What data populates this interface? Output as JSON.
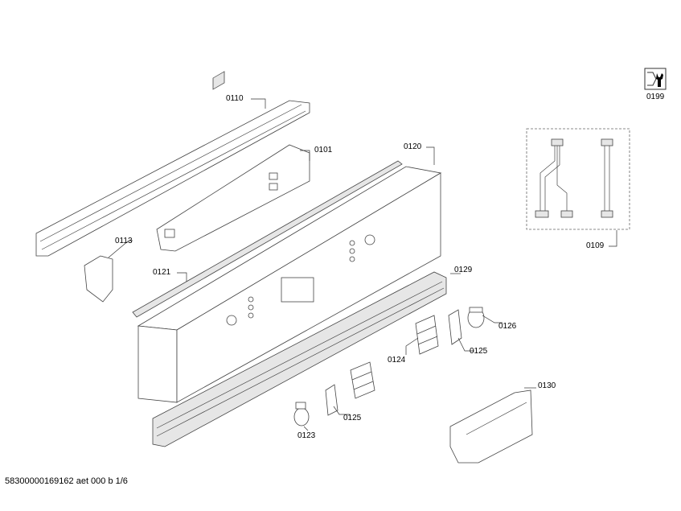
{
  "diagram": {
    "parts": [
      {
        "id": "0110",
        "name": "mounting-rail"
      },
      {
        "id": "0101",
        "name": "control-module"
      },
      {
        "id": "0120",
        "name": "control-panel-fascia"
      },
      {
        "id": "0113",
        "name": "bracket"
      },
      {
        "id": "0121",
        "name": "seal-strip"
      },
      {
        "id": "0129",
        "name": "handle-strip"
      },
      {
        "id": "0126",
        "name": "knob"
      },
      {
        "id": "0125",
        "name": "button-clip"
      },
      {
        "id": "0124",
        "name": "push-buttons"
      },
      {
        "id": "0125",
        "name": "button-clip"
      },
      {
        "id": "0123",
        "name": "knob"
      },
      {
        "id": "0130",
        "name": "holder"
      },
      {
        "id": "0109",
        "name": "wiring-harness"
      },
      {
        "id": "0199",
        "name": "service-tool-icon"
      }
    ]
  },
  "footer": {
    "doc_id": "58300000169162 aet 000 b 1/6"
  }
}
